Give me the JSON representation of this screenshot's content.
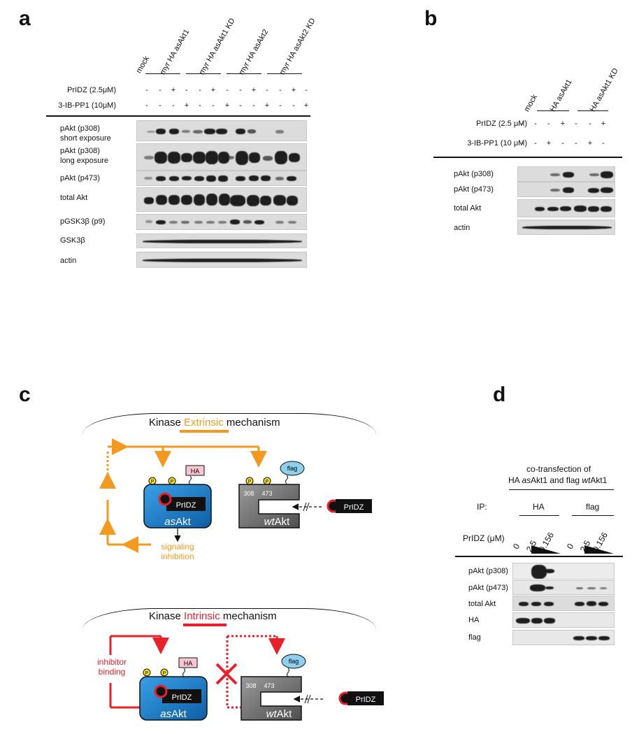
{
  "panels": {
    "a": "a",
    "b": "b",
    "c": "c",
    "d": "d"
  },
  "a": {
    "lanes": [
      "mock",
      "myr HA asAkt1",
      "myr HA asAkt1 KD",
      "myr HA asAkt2",
      "myr HA asAkt2 KD"
    ],
    "treatments": [
      {
        "label": "PrIDZ (2.5μM)",
        "signs": [
          "-",
          "-",
          "+",
          "-",
          "-",
          "+",
          "-",
          "-",
          "+",
          "-",
          "-",
          "+",
          "-"
        ]
      },
      {
        "label": "3-IB-PP1 (10μM)",
        "signs": [
          "-",
          "-",
          "-",
          "+",
          "-",
          "-",
          "+",
          "-",
          "-",
          "+",
          "-",
          "-",
          "+"
        ]
      }
    ],
    "blots": [
      "pAkt (p308)",
      "short exposure",
      "pAkt (p308)",
      "long exposure",
      "pAkt (p473)",
      "total Akt",
      "pGSK3β (p9)",
      "GSK3β",
      "actin"
    ]
  },
  "b": {
    "lanes": [
      "mock",
      "HA asAkt1",
      "HA asAkt1 KD"
    ],
    "treatments": [
      {
        "label": "PrIDZ (2.5 μM)",
        "signs": [
          "-",
          "-",
          "-",
          "+",
          "-",
          "-",
          "+"
        ]
      },
      {
        "label": "3-IB-PP1 (10 μM)",
        "signs": [
          "-",
          "-",
          "+",
          "-",
          "-",
          "+",
          "-"
        ]
      }
    ],
    "blots": [
      "pAkt (p308)",
      "pAkt (p473)",
      "total Akt",
      "actin"
    ]
  },
  "c": {
    "extrinsic_title_pre": "Kinase ",
    "extrinsic_title_key": "Extrinsic",
    "extrinsic_title_post": " mechanism",
    "intrinsic_title_pre": "Kinase ",
    "intrinsic_title_key": "Intrinsic",
    "intrinsic_title_post": " mechanism",
    "p": "P",
    "ha": "HA",
    "flag": "flag",
    "prIDZ": "PrIDZ",
    "as_akt_pre": "as",
    "as_akt_post": "Akt",
    "wt_akt_pre": "wt",
    "wt_akt_post": "Akt",
    "site1": "308",
    "site2": "473",
    "signaling_1": "signaling",
    "signaling_2": "inhibition",
    "binding_1": "inhibitor",
    "binding_2": "binding",
    "orange": "#f39a1e",
    "red": "#e8202a",
    "blue": "#1a7fc8",
    "gray": "#7a7a7a",
    "pink": "#f6c6d2",
    "lightblue": "#8fd0ef",
    "yellow": "#f5e21b"
  },
  "d": {
    "cotrans_1": "co-transfection of",
    "cotrans_2a": "HA ",
    "cotrans_2b": "as",
    "cotrans_2c": "Akt1 and flag ",
    "cotrans_2d": "wt",
    "cotrans_2e": "Akt1",
    "ip_label": "IP:",
    "ip_groups": [
      "HA",
      "flag"
    ],
    "prIDZ_label": "PrIDZ (μM)",
    "doses": [
      "0",
      "2.5",
      "0.156",
      "0",
      "2.5",
      "0.156"
    ],
    "blots": [
      "pAkt (p308)",
      "pAkt (p473)",
      "total Akt",
      "HA",
      "flag"
    ]
  }
}
